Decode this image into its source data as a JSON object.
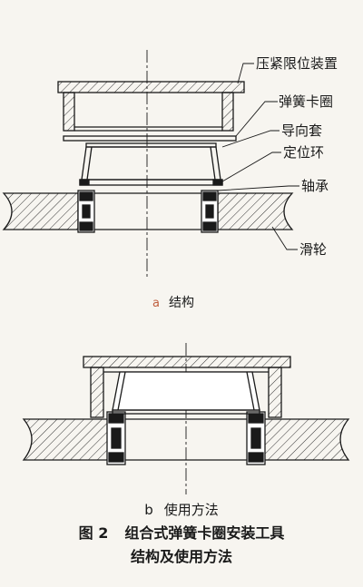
{
  "labels": {
    "press_limit": "压紧限位装置",
    "spring_clip": "弹簧卡圈",
    "guide_sleeve": "导向套",
    "locating_ring": "定位环",
    "bearing": "轴承",
    "pulley": "滑轮"
  },
  "caption_a": {
    "letter": "a",
    "text": "结构"
  },
  "caption_b": {
    "letter": "b",
    "text": "使用方法"
  },
  "figure_title": {
    "number": "图 2",
    "line1": "组合式弹簧卡圈安装工具",
    "line2": "结构及使用方法"
  },
  "colors": {
    "ink": "#1a1a1a",
    "paper": "#f7f5f0",
    "hatch": "#333333"
  }
}
